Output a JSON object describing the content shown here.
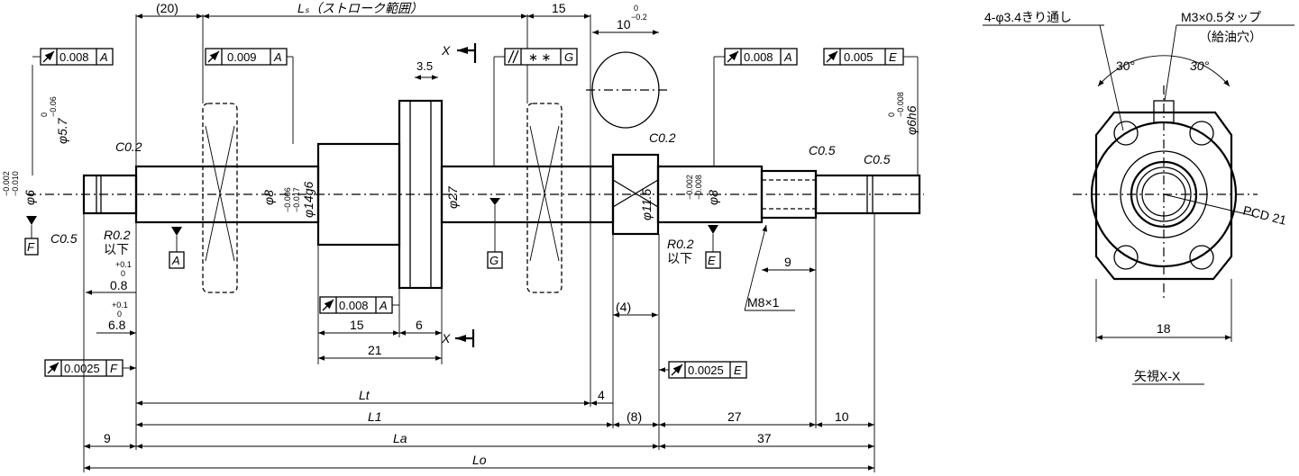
{
  "dims": {
    "d20": "(20)",
    "ls_label": "Lₛ（ストローク範囲）",
    "d15_top": "15",
    "d10": "10",
    "d10_tol_u": "0",
    "d10_tol_l": "−0.2",
    "d3_5": "3.5",
    "d15_nut": "15",
    "d6_nut": "6",
    "d21": "21",
    "d4_paren": "(4)",
    "d4": "4",
    "d8_paren": "(8)",
    "d27": "27",
    "d10_end": "10",
    "d37": "37",
    "d9_left": "9",
    "d9_thread": "9",
    "lt": "Lt",
    "l1": "L1",
    "la": "La",
    "lo": "Lo",
    "d0_8": "0.8",
    "d0_8_tol_u": "+0.1",
    "d0_8_tol_l": "0",
    "d6_8": "6.8",
    "d6_8_tol_u": "+0.1",
    "d6_8_tol_l": "0",
    "d18": "18"
  },
  "diameters": {
    "phi6_left": "φ6",
    "phi6_left_tol_u": "−0.002",
    "phi6_left_tol_l": "−0.010",
    "phi5_7": "φ5.7",
    "phi5_7_tol_u": "0",
    "phi5_7_tol_l": "−0.06",
    "phi8": "φ8",
    "phi14g6": "φ14g6",
    "phi14_tol_u": "−0.006",
    "phi14_tol_l": "−0.017",
    "phi27": "φ27",
    "phi11_5": "φ11.5",
    "phi8_right": "φ8",
    "phi8_right_tol_u": "−0.002",
    "phi8_right_tol_l": "−0.008",
    "phi6h6": "φ6h6",
    "phi6h6_tol_u": "0",
    "phi6h6_tol_l": "−0.008"
  },
  "chamfers": {
    "c0_2_left": "C0.2",
    "c0_5_left": "C0.5",
    "r0_2_left": "R0.2",
    "r0_2_left_sub": "以下",
    "c0_2_right": "C0.2",
    "r0_2_right": "R0.2",
    "r0_2_right_sub": "以下",
    "c0_5_mid": "C0.5",
    "c0_5_end": "C0.5",
    "thread": "M8×1"
  },
  "tolerances": {
    "fcf1_val": "0.008",
    "fcf1_ref": "A",
    "fcf2_val": "0.009",
    "fcf2_ref": "A",
    "fcf3_val": "∗ ∗",
    "fcf3_ref": "G",
    "fcf4_val": "0.008",
    "fcf4_ref": "A",
    "fcf5_val": "0.008",
    "fcf5_ref": "A",
    "fcf6_val": "0.005",
    "fcf6_ref": "E",
    "fcf7_val": "0.0025",
    "fcf7_ref": "F",
    "fcf8_val": "0.0025",
    "fcf8_ref": "E"
  },
  "datums": {
    "a": "A",
    "e": "E",
    "f": "F",
    "g": "G"
  },
  "section": {
    "x_top": "X",
    "x_bottom": "X"
  },
  "side_view": {
    "holes": "4-φ3.4きり通し",
    "tap": "M3×0.5タップ",
    "tap_sub": "（給油穴）",
    "angle_left": "30°",
    "angle_right": "30°",
    "pcd": "PCD 21",
    "width": "18",
    "caption": "矢視X-X"
  }
}
